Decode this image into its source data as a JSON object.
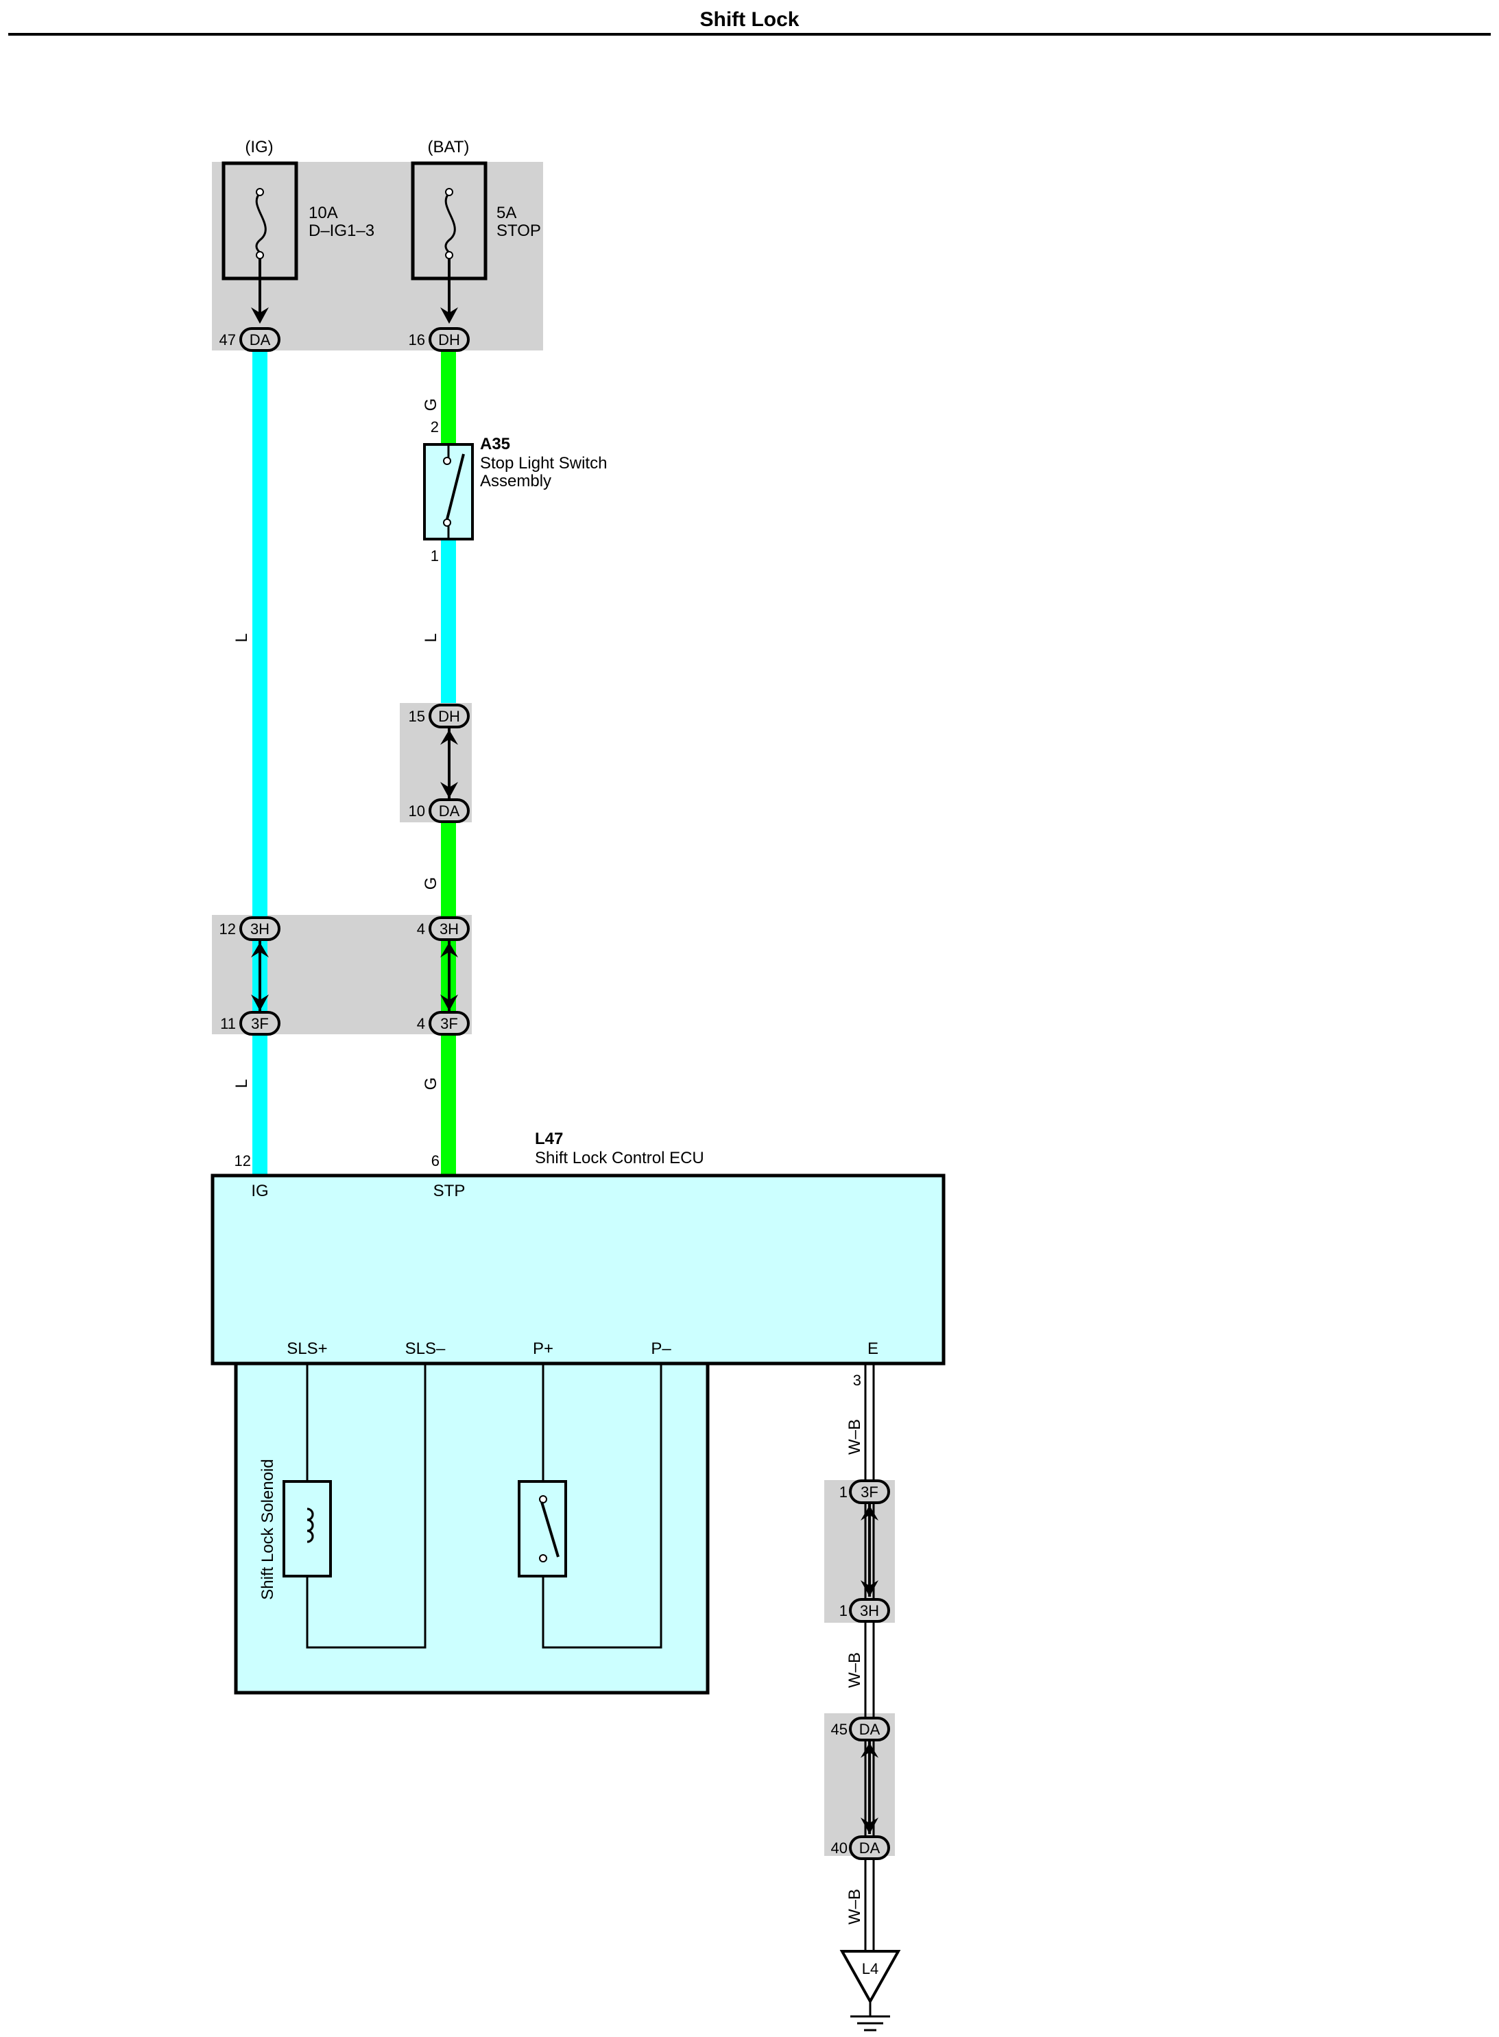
{
  "title": "Shift Lock",
  "colors": {
    "wire_L": "#00ffff",
    "wire_G": "#00ff00",
    "wire_WB": "#ffffff",
    "shade": "#d2d2d2",
    "component_fill": "#ccffff"
  },
  "fuses": [
    {
      "source": "(IG)",
      "rating": "10A",
      "name": "D–IG1–3",
      "pin": "47",
      "connector": "DA"
    },
    {
      "source": "(BAT)",
      "rating": "5A",
      "name": "STOP",
      "pin": "16",
      "connector": "DH"
    }
  ],
  "stop_light_switch": {
    "code": "A35",
    "name_line1": "Stop Light Switch",
    "name_line2": "Assembly",
    "pin_top": "2",
    "pin_bottom": "1"
  },
  "junctions": {
    "dh15": {
      "pin": "15",
      "connector": "DH"
    },
    "da10": {
      "pin": "10",
      "connector": "DA"
    },
    "h3_left": {
      "pin": "12",
      "connector": "3H"
    },
    "f3_left": {
      "pin": "11",
      "connector": "3F"
    },
    "h3_right": {
      "pin": "4",
      "connector": "3H"
    },
    "f3_right": {
      "pin": "4",
      "connector": "3F"
    },
    "f3_ground": {
      "pin": "1",
      "connector": "3F"
    },
    "h3_ground": {
      "pin": "1",
      "connector": "3H"
    },
    "da45": {
      "pin": "45",
      "connector": "DA"
    },
    "da40": {
      "pin": "40",
      "connector": "DA"
    }
  },
  "wire_colors": {
    "L": "L",
    "G": "G",
    "WB": "W–B"
  },
  "ecu": {
    "code": "L47",
    "name": "Shift Lock Control ECU",
    "pin_ig": "12",
    "pin_stp": "6",
    "pin_e": "3",
    "terminals": {
      "ig": "IG",
      "stp": "STP",
      "sls_plus": "SLS+",
      "sls_minus": "SLS–",
      "p_plus": "P+",
      "p_minus": "P–",
      "e": "E"
    }
  },
  "solenoid_label": "Shift Lock Solenoid",
  "ground": {
    "code": "L4"
  }
}
